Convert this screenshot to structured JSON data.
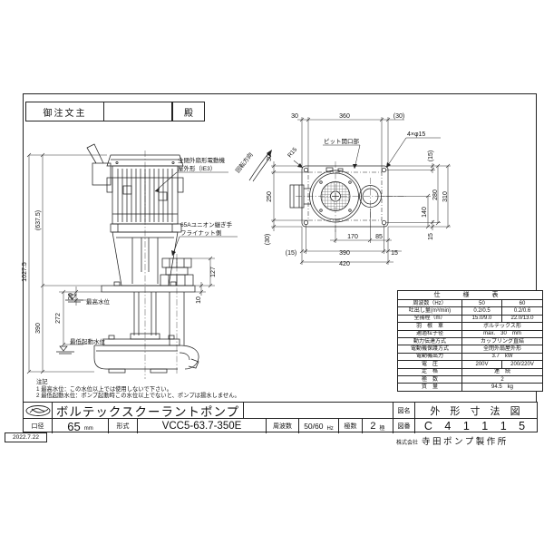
{
  "customer": {
    "label": "御注文主",
    "suffix": "殿"
  },
  "side": {
    "dim_overall": "1027.5",
    "dim_upper": "(637.5)",
    "dim_lower": "390",
    "dim_low_water": "272",
    "dim_high_water": "20",
    "dim_union": "127",
    "dim_plate": "10",
    "callout_motor_1": "全閉外扇形電動機",
    "callout_motor_2": "屋外形（IE3）",
    "callout_union_1": "65Aユニオン継ぎ手",
    "callout_union_2": "フライナット側",
    "label_rotation": "回転方向",
    "label_high_water": "最高水位",
    "label_low_water": "最低起動水位"
  },
  "top": {
    "dim_top_left": "30",
    "dim_top_mid": "360",
    "dim_top_right": "(30)",
    "dim_left_top": "30",
    "dim_left_mid": "250",
    "dim_left_bottom": "(30)",
    "dim_right_15t": "(15)",
    "dim_right_140": "140",
    "dim_right_280": "280",
    "dim_right_310": "310",
    "dim_right_15b": "15",
    "dim_bot_170": "170",
    "dim_bot_85": "85",
    "dim_bot_15l": "(15)",
    "dim_bot_390": "390",
    "dim_bot_15r": "15",
    "dim_bot_420": "420",
    "callout_holes": "4×φ15",
    "callout_pit": "ピット開口部",
    "callout_radius": "R15"
  },
  "notes": {
    "title": "注記",
    "line1": "1 最高水位：この水位以上では使用しないで下さい。",
    "line2": "2 最低起動水位：ポンプ起動時この水位以上でないと、ポンプは揚水しません。"
  },
  "spec": {
    "title": "仕　様　表",
    "rows": [
      {
        "label": "周波数（Hz）",
        "v1": "50",
        "v2": "60"
      },
      {
        "label": "吐出し量(m³/min)",
        "v1": "0.2/0.5",
        "v2": "0.2/0.6"
      },
      {
        "label": "全揚程（m）",
        "v1": "15.0/9.0",
        "v2": "22.0/13.0"
      },
      {
        "label": "羽　根　車",
        "v1": "ボルテックス形"
      },
      {
        "label": "通過粒子径",
        "v1": "max.　30　mm"
      },
      {
        "label": "動力伝達方式",
        "v1": "カップリング直結"
      },
      {
        "label": "電動機保護方式",
        "v1": "全閉外扇屋外形"
      },
      {
        "label": "電動機出力",
        "v1": "3.7　kW"
      },
      {
        "label": "電　圧",
        "v1": "200V",
        "v2": "200/220V"
      },
      {
        "label": "定　格",
        "v1": "連　続"
      },
      {
        "label": "極　数",
        "v1": "2"
      },
      {
        "label": "質　量",
        "v1": "94.5　kg"
      }
    ]
  },
  "title_block": {
    "product_name": "ボルテックスクーラントポンプ",
    "bore_label": "口径",
    "bore_value": "65",
    "bore_unit": "mm",
    "model_label": "形式",
    "model_value": "VCC5-63.7-350E",
    "freq_label": "周波数",
    "freq_value": "50/60",
    "freq_unit": "Hz",
    "poles_label": "極数",
    "poles_value": "2",
    "poles_unit": "極",
    "drawing_name_label": "図名",
    "drawing_name": "外 形 寸 法 図",
    "drawing_no_label": "図番",
    "drawing_no": "C 4 1 1 1 5"
  },
  "footer": {
    "company_prefix": "株式会社",
    "company_name": "寺田ポンプ製作所",
    "date": "2022.7.22"
  }
}
